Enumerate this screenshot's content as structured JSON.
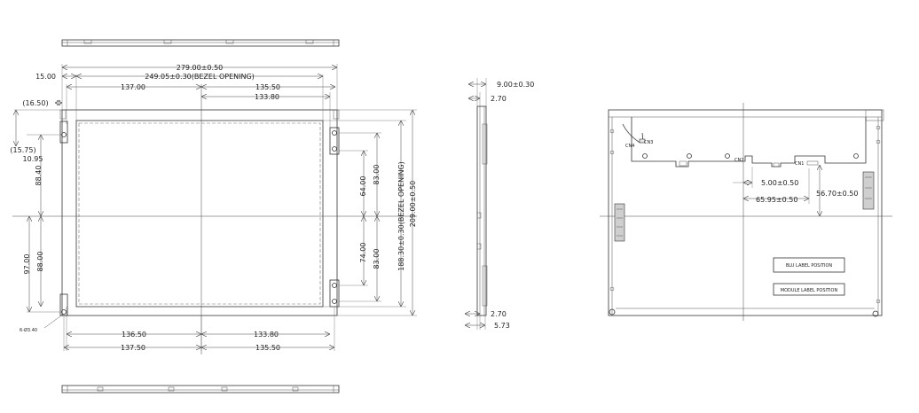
{
  "front_view": {
    "dims": {
      "overall_width": "279.00±0.50",
      "margin_left": "15.00",
      "bezel_opening_width": "249.05±0.30(BEZEL OPENING)",
      "left_half_top": "137.00",
      "right_half_top_outer": "135.50",
      "right_half_top_inner": "133.80",
      "ref_1650": "(16.50)",
      "ref_1575": "(15.75)",
      "left_1095": "10.95",
      "left_8840": "88.40",
      "left_9700": "97.00",
      "left_8800": "88.00",
      "right_6400": "64.00",
      "right_8300_top": "83.00",
      "right_7400": "74.00",
      "right_8300_bottom": "83.00",
      "bezel_opening_height": "188.30±0.30(BEZEL OPENING)",
      "overall_height": "209.00±0.50",
      "bottom_left_inner": "136.50",
      "bottom_right_inner": "133.80",
      "bottom_left_outer": "137.50",
      "bottom_right_outer": "135.50",
      "hole_note": "6-Ø3.40"
    }
  },
  "side_view": {
    "dims": {
      "thickness": "9.00±0.30",
      "top_270": "2.70",
      "bottom_270": "2.70",
      "bottom_573": "5.73"
    }
  },
  "rear_view": {
    "dims": {
      "dim_500": "5.00±0.50",
      "dim_6595": "65.95±0.50",
      "dim_5670": "56.70±0.50"
    },
    "labels": {
      "cn3": "CN3",
      "cn4": "CN4",
      "cn2": "CN2",
      "cn1": "CN1",
      "blu_label": "BLU LABEL POSITION",
      "module_label": "MODULE LABEL POSITION"
    }
  }
}
